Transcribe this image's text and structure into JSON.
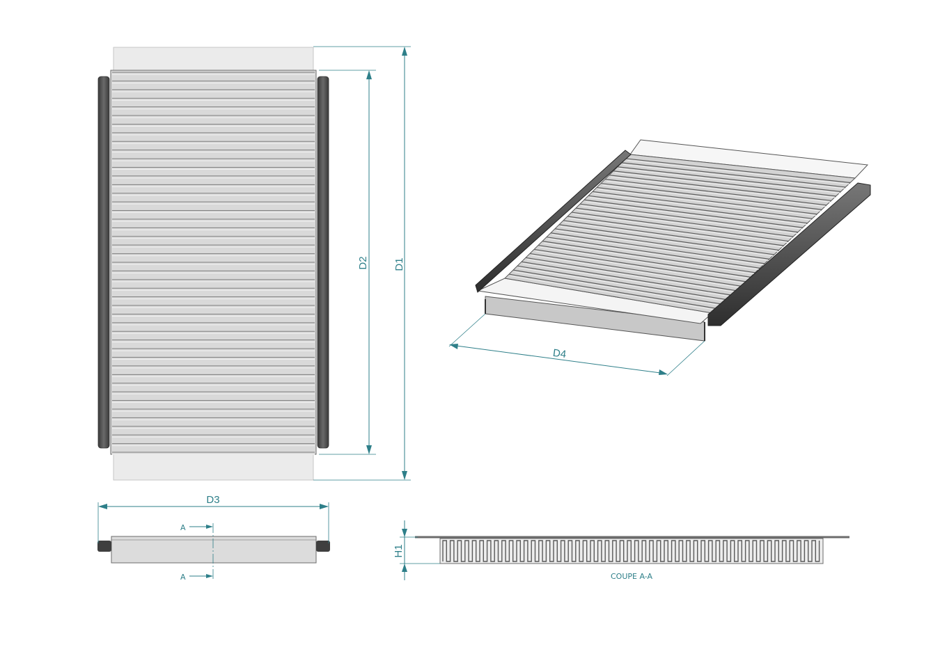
{
  "labels": {
    "d1": "D1",
    "d2": "D2",
    "d3": "D3",
    "d4": "D4",
    "h1": "H1",
    "section_mark_top": "A",
    "section_mark_bottom": "A",
    "section_title": "COUPE A-A"
  },
  "colors": {
    "dimension": "#2e7f89",
    "grating_fill": "#d6d6d6",
    "slat_line": "#8a8a8a",
    "end_plate": "#ebebeb",
    "rubber_strip": "#4a4a4a",
    "outline": "#6b6b6b"
  },
  "views": [
    "top-view",
    "front-view",
    "isometric-view",
    "section-view"
  ]
}
